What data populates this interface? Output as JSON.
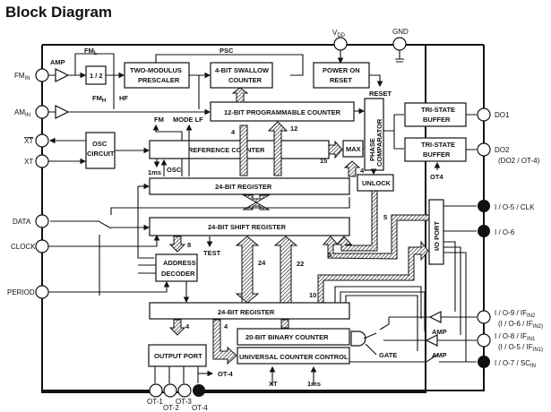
{
  "title": "Block Diagram",
  "blocks": {
    "divider": "1 / 2",
    "prescaler_l1": "TWO-MODULUS",
    "prescaler_l2": "PRESCALER",
    "swallow_l1": "4-BIT SWALLOW",
    "swallow_l2": "COUNTER",
    "por_l1": "POWER ON",
    "por_l2": "RESET",
    "prog_counter": "12-BIT PROGRAMMABLE COUNTER",
    "phase_comp_l1": "PHASE",
    "phase_comp_l2": "COMPARATOR",
    "tristate1_l1": "TRI-STATE",
    "tristate1_l2": "BUFFER",
    "tristate2_l1": "TRI-STATE",
    "tristate2_l2": "BUFFER",
    "osc_l1": "OSC",
    "osc_l2": "CIRCUIT",
    "ref_counter": "REFERENCE COUNTER",
    "max": "MAX",
    "reg_top": "24-BIT REGISTER",
    "unlock": "UNLOCK",
    "shift_reg": "24-BIT SHIFT REGISTER",
    "io_port": "I/O PORT",
    "addr_l1": "ADDRESS",
    "addr_l2": "DECODER",
    "reg_bottom": "24-BIT REGISTER",
    "binary_counter": "20-BIT BINARY COUNTER",
    "output_port": "OUTPUT PORT",
    "ucc": "UNIVERSAL COUNTER CONTROL"
  },
  "pins": {
    "fm_in": "FM",
    "fm_in_sub": "IN",
    "am_in": "AM",
    "am_in_sub": "IN",
    "xt_bar": "XT",
    "xt": "XT",
    "data": "DATA",
    "clock": "CLOCK",
    "period": "PERIOD",
    "vdd": "V",
    "vdd_sub": "DD",
    "gnd": "GND",
    "do1": "DO1",
    "do2": "DO2",
    "do2_alt": "(DO2 / OT-4)",
    "io5": "I / O-5 / CLK",
    "io6": "I / O-6",
    "io9": "I / O-9 / IF",
    "io9_sub": "IN2",
    "io9_alt": "(I / O-6 / IF",
    "io9_alt_sub": "IN2)",
    "io8": "I / O-8 / IF",
    "io8_sub": "IN1",
    "io8_alt": "(I / O-5 / IF",
    "io8_alt_sub": "IN1)",
    "io7": "I / O-7 / SC",
    "io7_sub": "IN",
    "ot1": "OT-1",
    "ot2": "OT-2",
    "ot3": "OT-3",
    "ot4": "OT-4"
  },
  "signals": {
    "amp": "AMP",
    "fml": "FM",
    "fml_sub": "L",
    "fmh": "FM",
    "fmh_sub": "H",
    "hf": "HF",
    "psc": "PSC",
    "reset": "RESET",
    "fm": "FM",
    "mode_lf": "MODE LF",
    "one_ms": "1ms",
    "osc": "OSC",
    "test": "TEST",
    "ot4_in": "OT4",
    "ot4_out": "OT-4",
    "gate": "GATE",
    "amp2": "AMP",
    "amp3": "AMP",
    "xt_in": "XT",
    "one_ms_in": "1ms"
  },
  "bus_widths": {
    "w4a": "4",
    "w12": "12",
    "w15": "15",
    "w4b": "4",
    "w8": "8",
    "w24": "24",
    "w22": "22",
    "w5a": "5",
    "w5b": "5",
    "w10": "10",
    "w4c": "4",
    "w4d": "4"
  }
}
